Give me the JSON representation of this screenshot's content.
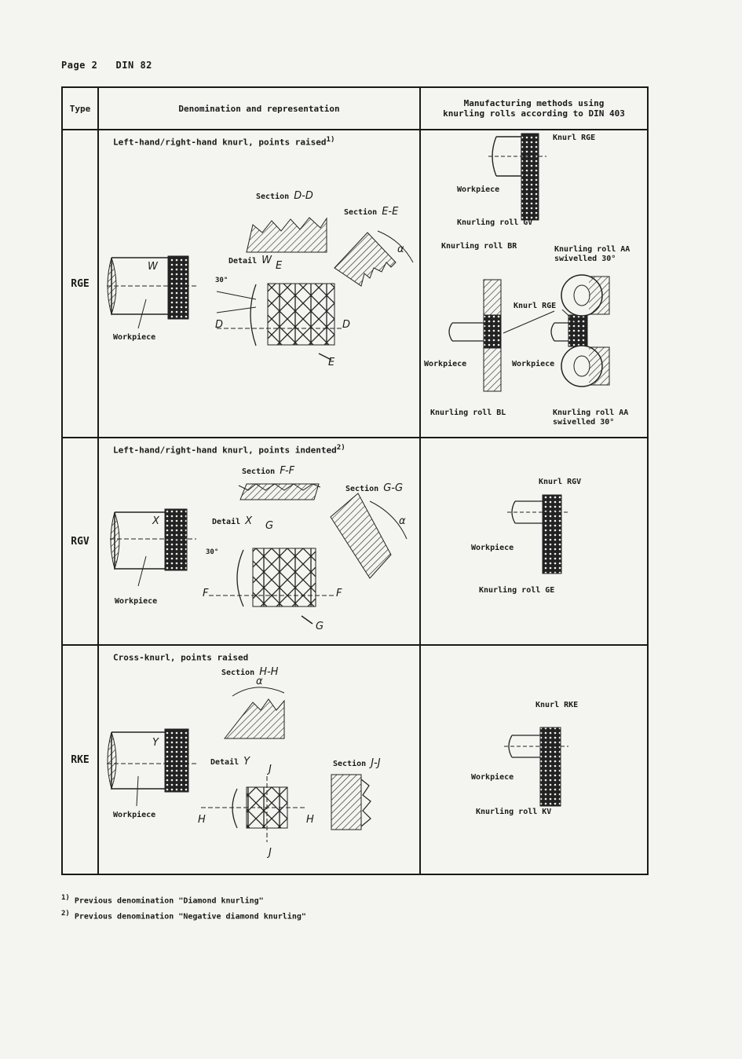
{
  "header": {
    "page": "Page 2",
    "standard": "DIN 82"
  },
  "table": {
    "col_type": "Type",
    "col_denomination": "Denomination and representation",
    "col_methods_line1": "Manufacturing methods using",
    "col_methods_line2": "knurling rolls according to DIN 403",
    "rows": [
      {
        "type": "RGE",
        "title": "Left-hand/right-hand knurl, points raised",
        "title_note": "1)",
        "labels": {
          "section1": "Section",
          "section1_id": "D-D",
          "section2": "Section",
          "section2_id": "E-E",
          "detail": "Detail",
          "detail_id": "W",
          "workpiece": "Workpiece",
          "w": "W",
          "e": "E",
          "d": "D",
          "angle": "30°",
          "alpha": "α"
        },
        "methods": {
          "knurl_top": "Knurl RGE",
          "workpiece_top": "Workpiece",
          "roll_top": "Knurling roll GV",
          "roll_br": "Knurling roll BR",
          "roll_aa_1": "Knurling roll AA",
          "swivelled_1": "swivelled 30°",
          "knurl_mid": "Knurl RGE",
          "workpiece_l": "Workpiece",
          "workpiece_r": "Workpiece",
          "roll_bl": "Knurling roll BL",
          "roll_aa_2": "Knurling roll AA",
          "swivelled_2": "swivelled 30°"
        }
      },
      {
        "type": "RGV",
        "title": "Left-hand/right-hand knurl, points indented",
        "title_note": "2)",
        "labels": {
          "section1": "Section",
          "section1_id": "F-F",
          "section2": "Section",
          "section2_id": "G-G",
          "detail": "Detail",
          "detail_id": "X",
          "workpiece": "Workpiece",
          "x": "X",
          "g": "G",
          "f": "F",
          "angle": "30°",
          "alpha": "α"
        },
        "methods": {
          "knurl": "Knurl RGV",
          "workpiece": "Workpiece",
          "roll": "Knurling roll GE"
        }
      },
      {
        "type": "RKE",
        "title": "Cross-knurl, points raised",
        "title_note": "",
        "labels": {
          "section1": "Section",
          "section1_id": "H-H",
          "section2": "Section",
          "section2_id": "J-J",
          "detail": "Detail",
          "detail_id": "Y",
          "workpiece": "Workpiece",
          "y": "Y",
          "h": "H",
          "j": "J",
          "alpha": "α"
        },
        "methods": {
          "knurl": "Knurl RKE",
          "workpiece": "Workpiece",
          "roll": "Knurling roll KV"
        }
      }
    ]
  },
  "footnotes": [
    {
      "mark": "1)",
      "text": "Previous denomination \"Diamond knurling\""
    },
    {
      "mark": "2)",
      "text": "Previous denomination \"Negative diamond knurling\""
    }
  ]
}
